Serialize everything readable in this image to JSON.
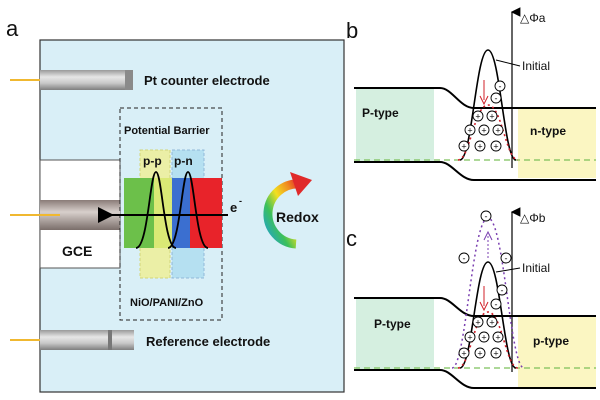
{
  "panel_a": {
    "letter": "a",
    "pt_label": "Pt counter electrode",
    "barrier_label": "Potential Barrier",
    "junction_pp": "p-p",
    "junction_pn": "p-n",
    "electron_label": "e",
    "electron_sup": "-",
    "redox_label": "Redox",
    "gce_label": "GCE",
    "material_label": "NiO/PANI/ZnO",
    "reference_label": "Reference electrode"
  },
  "panel_b": {
    "letter": "b",
    "delta_label": "△Φa",
    "initial_label": "Initial",
    "left_region": "P-type",
    "right_region": "n-type",
    "minus_sign": "-",
    "plus_sign": "+"
  },
  "panel_c": {
    "letter": "c",
    "delta_label": "△Φb",
    "initial_label": "Initial",
    "left_region": "P-type",
    "right_region": "p-type",
    "minus_sign": "-",
    "plus_sign": "+"
  },
  "colors": {
    "cell_bg": "#d9eff7",
    "p_region": "#d5efe0",
    "right_region": "#fbf6c2",
    "junction_pp": "#f2f08c",
    "junction_pn": "#a9dcf0",
    "green_layer": "#6cc04a",
    "blue_layer": "#3b6fd0",
    "red_layer": "#e8232a",
    "dashed_fermi": "#7cc05a",
    "red_dotted": "#d0202a",
    "purple_dotted": "#7a3fb0"
  }
}
